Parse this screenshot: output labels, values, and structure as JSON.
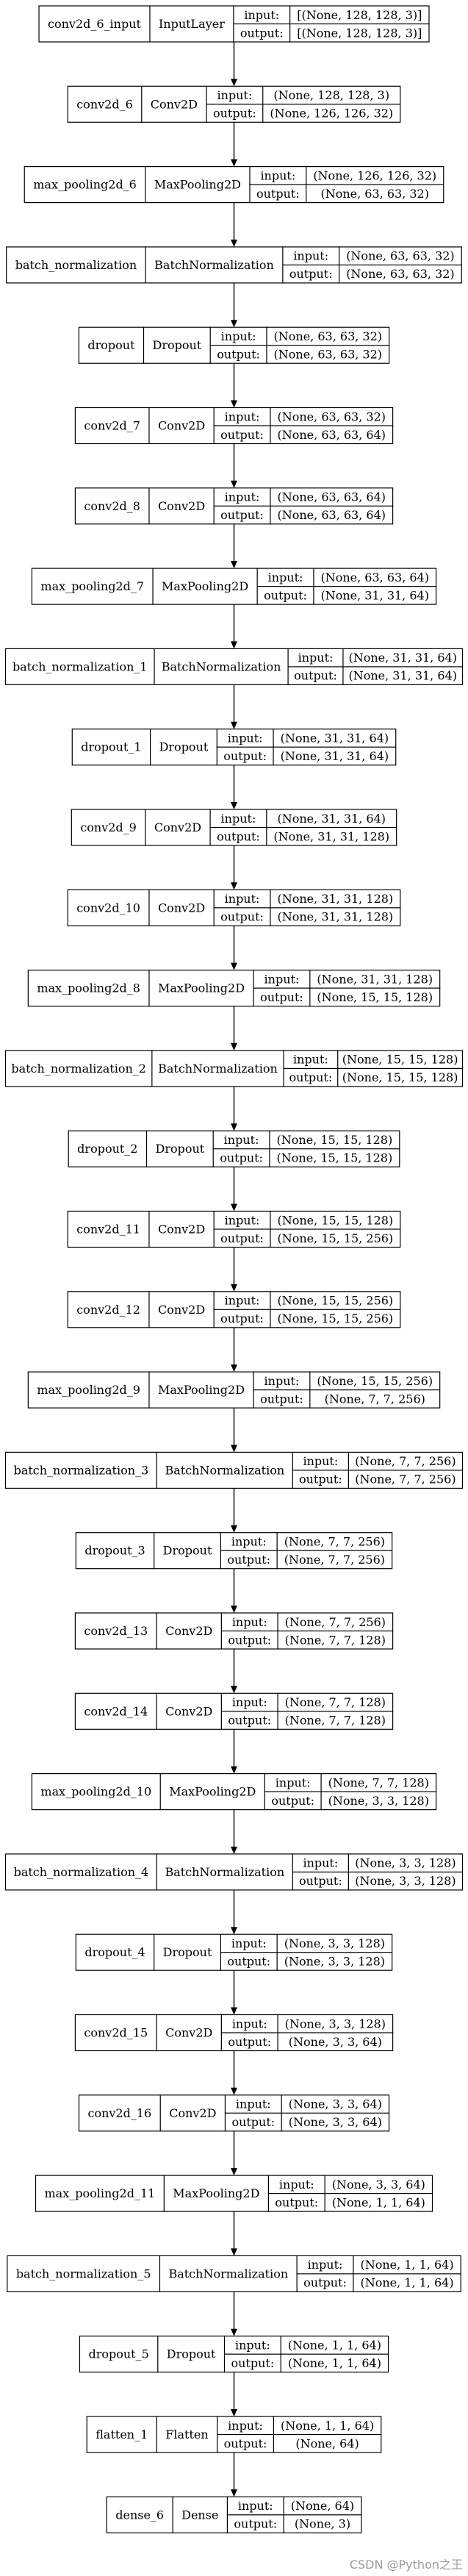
{
  "labels": {
    "input": "input:",
    "output": "output:"
  },
  "watermark": "CSDN @Python之王",
  "layers": [
    {
      "name": "conv2d_6_input",
      "type": "InputLayer",
      "input": "[(None, 128, 128, 3)]",
      "output": "[(None, 128, 128, 3)]"
    },
    {
      "name": "conv2d_6",
      "type": "Conv2D",
      "input": "(None, 128, 128, 3)",
      "output": "(None, 126, 126, 32)"
    },
    {
      "name": "max_pooling2d_6",
      "type": "MaxPooling2D",
      "input": "(None, 126, 126, 32)",
      "output": "(None, 63, 63, 32)"
    },
    {
      "name": "batch_normalization",
      "type": "BatchNormalization",
      "input": "(None, 63, 63, 32)",
      "output": "(None, 63, 63, 32)"
    },
    {
      "name": "dropout",
      "type": "Dropout",
      "input": "(None, 63, 63, 32)",
      "output": "(None, 63, 63, 32)"
    },
    {
      "name": "conv2d_7",
      "type": "Conv2D",
      "input": "(None, 63, 63, 32)",
      "output": "(None, 63, 63, 64)"
    },
    {
      "name": "conv2d_8",
      "type": "Conv2D",
      "input": "(None, 63, 63, 64)",
      "output": "(None, 63, 63, 64)"
    },
    {
      "name": "max_pooling2d_7",
      "type": "MaxPooling2D",
      "input": "(None, 63, 63, 64)",
      "output": "(None, 31, 31, 64)"
    },
    {
      "name": "batch_normalization_1",
      "type": "BatchNormalization",
      "input": "(None, 31, 31, 64)",
      "output": "(None, 31, 31, 64)"
    },
    {
      "name": "dropout_1",
      "type": "Dropout",
      "input": "(None, 31, 31, 64)",
      "output": "(None, 31, 31, 64)"
    },
    {
      "name": "conv2d_9",
      "type": "Conv2D",
      "input": "(None, 31, 31, 64)",
      "output": "(None, 31, 31, 128)"
    },
    {
      "name": "conv2d_10",
      "type": "Conv2D",
      "input": "(None, 31, 31, 128)",
      "output": "(None, 31, 31, 128)"
    },
    {
      "name": "max_pooling2d_8",
      "type": "MaxPooling2D",
      "input": "(None, 31, 31, 128)",
      "output": "(None, 15, 15, 128)"
    },
    {
      "name": "batch_normalization_2",
      "type": "BatchNormalization",
      "input": "(None, 15, 15, 128)",
      "output": "(None, 15, 15, 128)"
    },
    {
      "name": "dropout_2",
      "type": "Dropout",
      "input": "(None, 15, 15, 128)",
      "output": "(None, 15, 15, 128)"
    },
    {
      "name": "conv2d_11",
      "type": "Conv2D",
      "input": "(None, 15, 15, 128)",
      "output": "(None, 15, 15, 256)"
    },
    {
      "name": "conv2d_12",
      "type": "Conv2D",
      "input": "(None, 15, 15, 256)",
      "output": "(None, 15, 15, 256)"
    },
    {
      "name": "max_pooling2d_9",
      "type": "MaxPooling2D",
      "input": "(None, 15, 15, 256)",
      "output": "(None, 7, 7, 256)"
    },
    {
      "name": "batch_normalization_3",
      "type": "BatchNormalization",
      "input": "(None, 7, 7, 256)",
      "output": "(None, 7, 7, 256)"
    },
    {
      "name": "dropout_3",
      "type": "Dropout",
      "input": "(None, 7, 7, 256)",
      "output": "(None, 7, 7, 256)"
    },
    {
      "name": "conv2d_13",
      "type": "Conv2D",
      "input": "(None, 7, 7, 256)",
      "output": "(None, 7, 7, 128)"
    },
    {
      "name": "conv2d_14",
      "type": "Conv2D",
      "input": "(None, 7, 7, 128)",
      "output": "(None, 7, 7, 128)"
    },
    {
      "name": "max_pooling2d_10",
      "type": "MaxPooling2D",
      "input": "(None, 7, 7, 128)",
      "output": "(None, 3, 3, 128)"
    },
    {
      "name": "batch_normalization_4",
      "type": "BatchNormalization",
      "input": "(None, 3, 3, 128)",
      "output": "(None, 3, 3, 128)"
    },
    {
      "name": "dropout_4",
      "type": "Dropout",
      "input": "(None, 3, 3, 128)",
      "output": "(None, 3, 3, 128)"
    },
    {
      "name": "conv2d_15",
      "type": "Conv2D",
      "input": "(None, 3, 3, 128)",
      "output": "(None, 3, 3, 64)"
    },
    {
      "name": "conv2d_16",
      "type": "Conv2D",
      "input": "(None, 3, 3, 64)",
      "output": "(None, 3, 3, 64)"
    },
    {
      "name": "max_pooling2d_11",
      "type": "MaxPooling2D",
      "input": "(None, 3, 3, 64)",
      "output": "(None, 1, 1, 64)"
    },
    {
      "name": "batch_normalization_5",
      "type": "BatchNormalization",
      "input": "(None, 1, 1, 64)",
      "output": "(None, 1, 1, 64)"
    },
    {
      "name": "dropout_5",
      "type": "Dropout",
      "input": "(None, 1, 1, 64)",
      "output": "(None, 1, 1, 64)"
    },
    {
      "name": "flatten_1",
      "type": "Flatten",
      "input": "(None, 1, 1, 64)",
      "output": "(None, 64)"
    },
    {
      "name": "dense_6",
      "type": "Dense",
      "input": "(None, 64)",
      "output": "(None, 3)"
    }
  ]
}
